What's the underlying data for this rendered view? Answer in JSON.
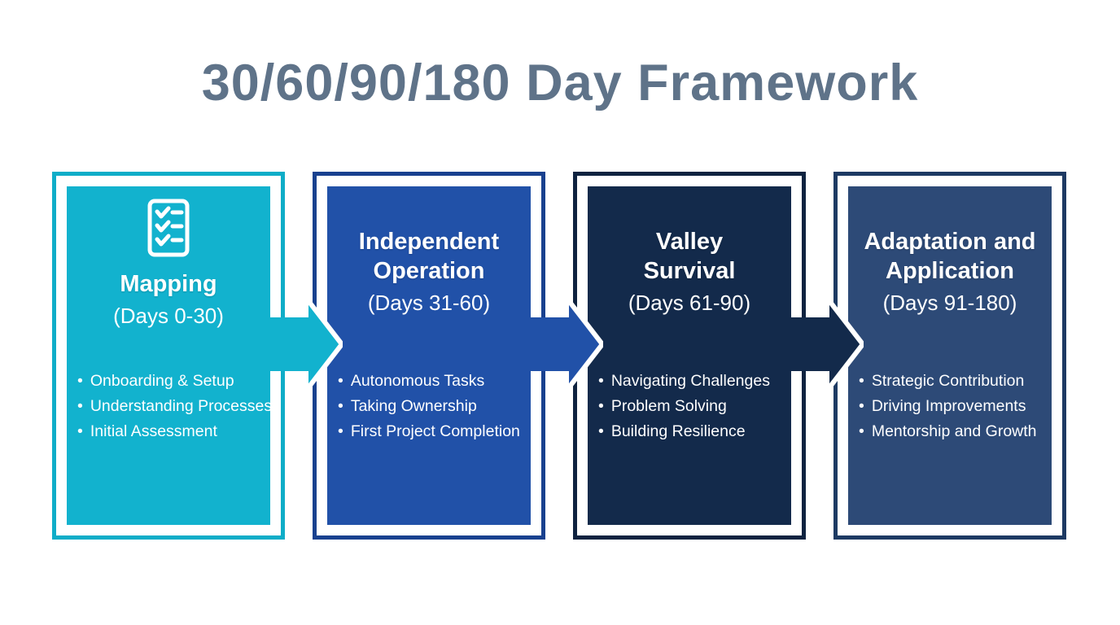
{
  "page_title": "30/60/90/180 Day Framework",
  "bullet_char": "•",
  "colors": {
    "background": "#ffffff",
    "title_text": "#5f7389",
    "gap_white": "#ffffff",
    "stage1_fill": "#12b2ce",
    "stage1_border": "#0fadc8",
    "stage2_fill": "#2151a8",
    "stage2_border": "#19418f",
    "stage3_fill": "#132a4b",
    "stage3_border": "#0f2340",
    "stage4_fill": "#2d4a77",
    "stage4_border": "#1d3a63",
    "arrow1": "#12b2ce",
    "arrow2": "#2151a8",
    "arrow3": "#132a4b",
    "text_on_stage": "#ffffff"
  },
  "stages": [
    {
      "title_lines": [
        "Mapping"
      ],
      "days": "(Days 0-30)",
      "icon": "checklist-icon",
      "bullets": [
        "Onboarding & Setup",
        "Understanding Processes",
        "Initial Assessment"
      ]
    },
    {
      "title_lines": [
        "Independent",
        "Operation"
      ],
      "days": "(Days 31-60)",
      "bullets": [
        "Autonomous Tasks",
        "Taking Ownership",
        "First Project Completion"
      ]
    },
    {
      "title_lines": [
        "Valley",
        "Survival"
      ],
      "days": "(Days 61-90)",
      "bullets": [
        "Navigating Challenges",
        "Problem Solving",
        "Building Resilience"
      ]
    },
    {
      "title_lines": [
        "Adaptation and",
        "Application"
      ],
      "days": "(Days 91-180)",
      "bullets": [
        "Strategic Contribution",
        "Driving Improvements",
        "Mentorship and Growth"
      ]
    }
  ]
}
